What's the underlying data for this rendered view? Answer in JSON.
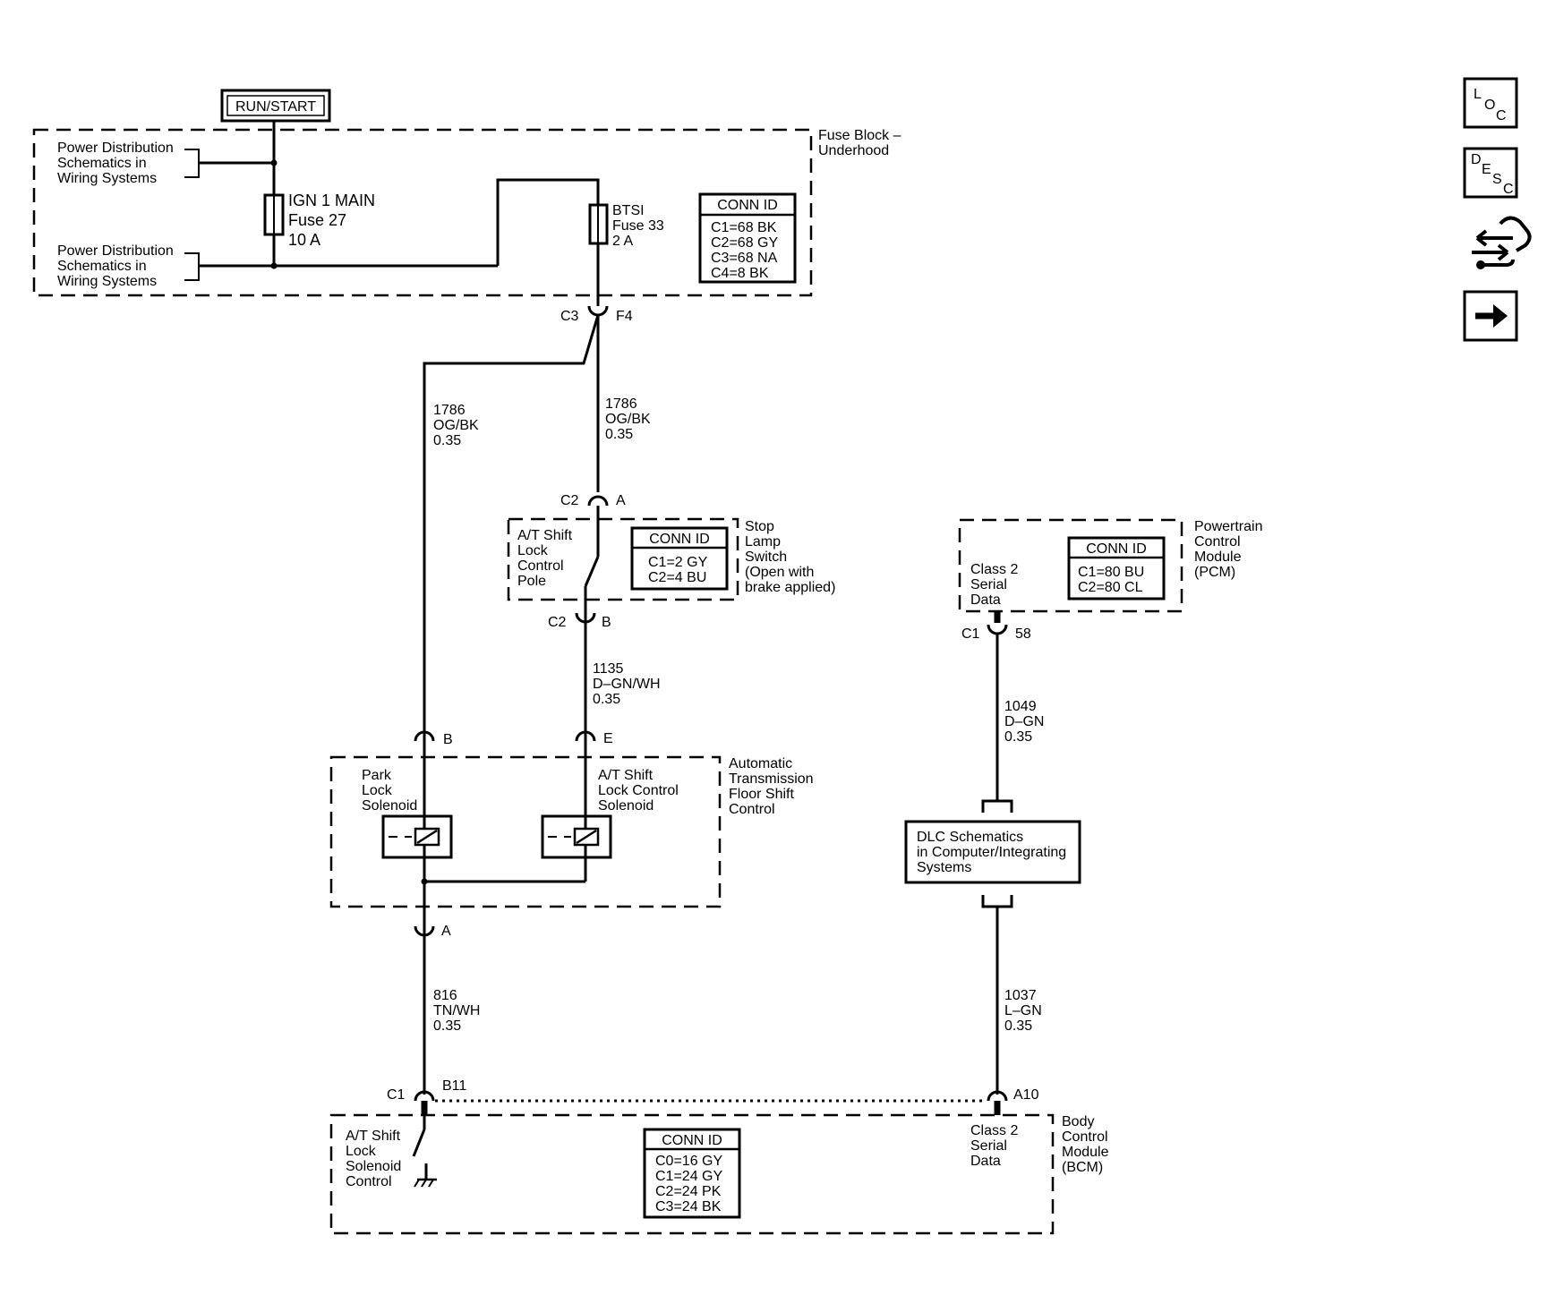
{
  "source": {
    "label": "RUN/START"
  },
  "fuse_block": {
    "name": [
      "Fuse Block –",
      "Underhood"
    ],
    "power_dist_top": [
      "Power Distribution",
      "Schematics in",
      "Wiring Systems"
    ],
    "power_dist_bottom": [
      "Power Distribution",
      "Schematics in",
      "Wiring Systems"
    ],
    "fuse27": [
      "IGN 1 MAIN",
      "Fuse 27",
      "10 A"
    ],
    "fuse33": [
      "BTSI",
      "Fuse 33",
      "2 A"
    ],
    "conn_id": {
      "title": "CONN ID",
      "rows": [
        "C1=68 BK",
        "C2=68 GY",
        "C3=68 NA",
        "C4=8 BK"
      ]
    },
    "connector": {
      "name": "C3",
      "pin": "F4"
    }
  },
  "wires": {
    "w1786_left": [
      "1786",
      "OG/BK",
      "0.35"
    ],
    "w1786_right": [
      "1786",
      "OG/BK",
      "0.35"
    ],
    "w1135": [
      "1135",
      "D–GN/WH",
      "0.35"
    ],
    "w1049": [
      "1049",
      "D–GN",
      "0.35"
    ],
    "w816": [
      "816",
      "TN/WH",
      "0.35"
    ],
    "w1037": [
      "1037",
      "L–GN",
      "0.35"
    ]
  },
  "stop_lamp_switch": {
    "name": [
      "Stop",
      "Lamp",
      "Switch",
      "(Open with",
      "brake applied)"
    ],
    "pole_label": [
      "A/T Shift",
      "Lock",
      "Control",
      "Pole"
    ],
    "conn_id": {
      "title": "CONN ID",
      "rows": [
        "C1=2 GY",
        "C2=4 BU"
      ]
    },
    "conn_top": {
      "name": "C2",
      "pin": "A"
    },
    "conn_bottom": {
      "name": "C2",
      "pin": "B"
    }
  },
  "pcm": {
    "name": [
      "Powertrain",
      "Control",
      "Module",
      "(PCM)"
    ],
    "pin_label": [
      "Class 2",
      "Serial",
      "Data"
    ],
    "conn_id": {
      "title": "CONN ID",
      "rows": [
        "C1=80 BU",
        "C2=80 CL"
      ]
    },
    "connector": {
      "name": "C1",
      "pin": "58"
    }
  },
  "atfsc": {
    "name": [
      "Automatic",
      "Transmission",
      "Floor Shift",
      "Control"
    ],
    "park_lock": [
      "Park",
      "Lock",
      "Solenoid"
    ],
    "shift_lock": [
      "A/T Shift",
      "Lock Control",
      "Solenoid"
    ],
    "pin_b": "B",
    "pin_e": "E",
    "pin_a": "A"
  },
  "dlc": {
    "label": [
      "DLC Schematics",
      "in Computer/Integrating",
      "Systems"
    ]
  },
  "bcm": {
    "name": [
      "Body",
      "Control",
      "Module",
      "(BCM)"
    ],
    "left_label": [
      "A/T Shift",
      "Lock",
      "Solenoid",
      "Control"
    ],
    "right_label": [
      "Class 2",
      "Serial",
      "Data"
    ],
    "conn_id": {
      "title": "CONN ID",
      "rows": [
        "C0=16 GY",
        "C1=24 GY",
        "C2=24 PK",
        "C3=24 BK"
      ]
    },
    "conn_left": {
      "name": "C1",
      "pin": "B11"
    },
    "conn_right": {
      "pin": "A10"
    }
  },
  "nav": {
    "loc": [
      "L",
      "O",
      "C"
    ],
    "desc": [
      "D",
      "E",
      "S",
      "C"
    ]
  }
}
